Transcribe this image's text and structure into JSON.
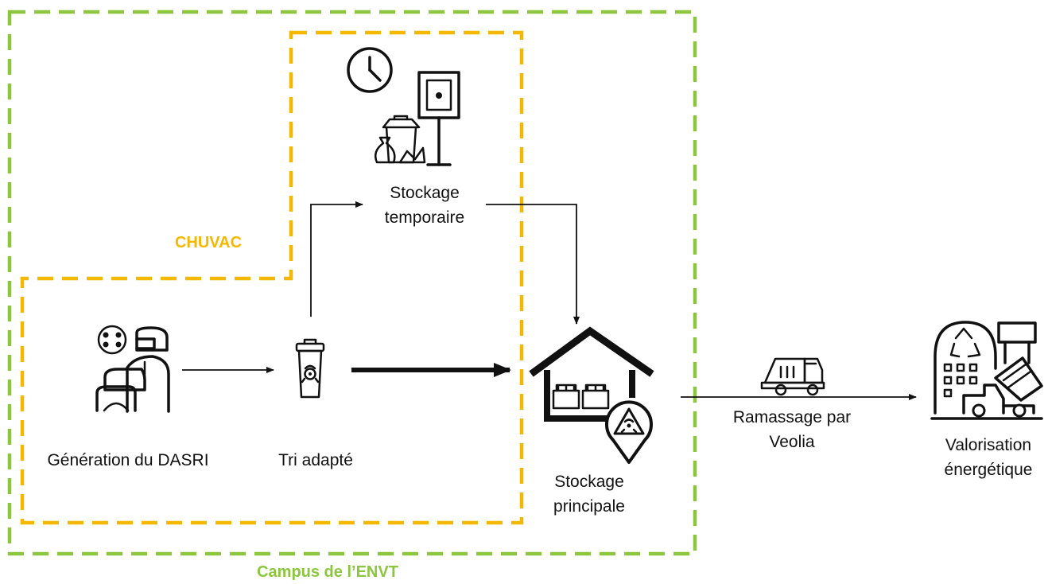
{
  "zones": {
    "campus": {
      "label": "Campus de l’ENVT",
      "color": "#8cc63f"
    },
    "chuvac": {
      "label": "CHUVAC",
      "color": "#f5b800"
    }
  },
  "nodes": {
    "generation": {
      "label": "Génération du DASRI",
      "icon": "health-worker-icon"
    },
    "tri": {
      "label": "Tri adapté",
      "icon": "biohazard-bin-icon"
    },
    "temporaire": {
      "label_line1": "Stockage",
      "label_line2": "temporaire",
      "icon": "temporary-storage-icon"
    },
    "principale": {
      "label_line1": "Stockage",
      "label_line2": "principale",
      "icon": "biohazard-warehouse-icon"
    },
    "valorisation": {
      "label_line1": "Valorisation",
      "label_line2": "énergétique",
      "icon": "recycling-plant-icon"
    }
  },
  "edges": {
    "ramassage": {
      "label_line1": "Ramassage par",
      "label_line2": "Veolia",
      "icon": "garbage-truck-icon"
    }
  },
  "colors": {
    "ink": "#111111"
  }
}
